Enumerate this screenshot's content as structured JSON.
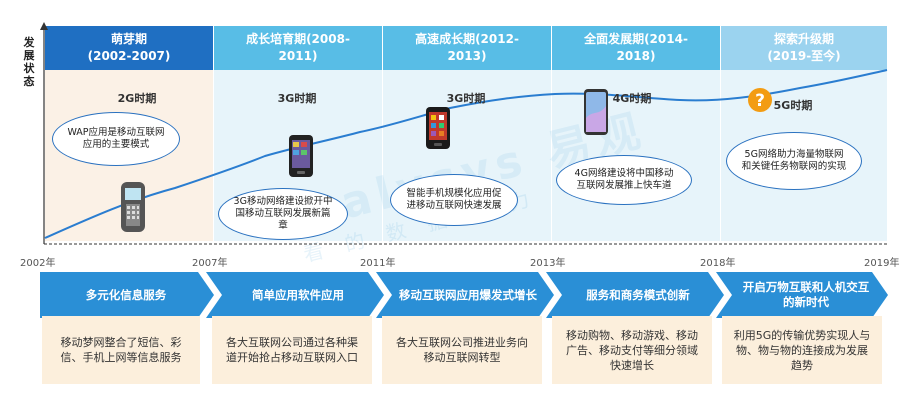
{
  "y_axis_label": "发展状态",
  "periods": [
    {
      "title": "萌芽期\n(2002-2007)",
      "era": "2G时期",
      "bubble": "WAP应用是移动互联网应用的主要模式"
    },
    {
      "title": "成长培育期(2008-\n2011)",
      "era": "3G时期",
      "bubble": "3G移动网络建设掀开中国移动互联网发展新篇章"
    },
    {
      "title": "高速成长期(2012-\n2013)",
      "era": "3G时期",
      "bubble": "智能手机规模化应用促进移动互联网快速发展"
    },
    {
      "title": "全面发展期(2014-\n2018)",
      "era": "4G时期",
      "bubble": "4G网络建设将中国移动互联网发展推上快车道"
    },
    {
      "title": "探索升级期\n(2019-至今)",
      "era": "5G时期",
      "bubble": "5G网络助力海量物联网和关键任务物联网的实现"
    }
  ],
  "years": [
    "2002年",
    "2007年",
    "2011年",
    "2013年",
    "2018年",
    "2019年"
  ],
  "stages": [
    {
      "label": "多元化信息服务",
      "desc": "移动梦网整合了短信、彩信、手机上网等信息服务"
    },
    {
      "label": "简单应用软件应用",
      "desc": "各大互联网公司通过各种渠道开始抢占移动互联网入口"
    },
    {
      "label": "移动互联网应用爆发式增长",
      "desc": "各大互联网公司推进业务向移动互联网转型"
    },
    {
      "label": "服务和商务模式创新",
      "desc": "移动购物、移动游戏、移动广告、移动支付等细分领域快速增长"
    },
    {
      "label": "开启万物互联和人机交互\n的新时代",
      "desc": "利用5G的传输优势实现人与物、物与物的连接成为发展趋势"
    }
  ],
  "watermark": "Analysys 易观",
  "watermark_sub": "看 的 数 据 能 力",
  "question_mark": "?",
  "colors": {
    "dark_blue": "#1f6fc2",
    "light_blue": "#58bde6",
    "arrow_blue": "#2a8fd6",
    "beige": "#fcefdc"
  }
}
